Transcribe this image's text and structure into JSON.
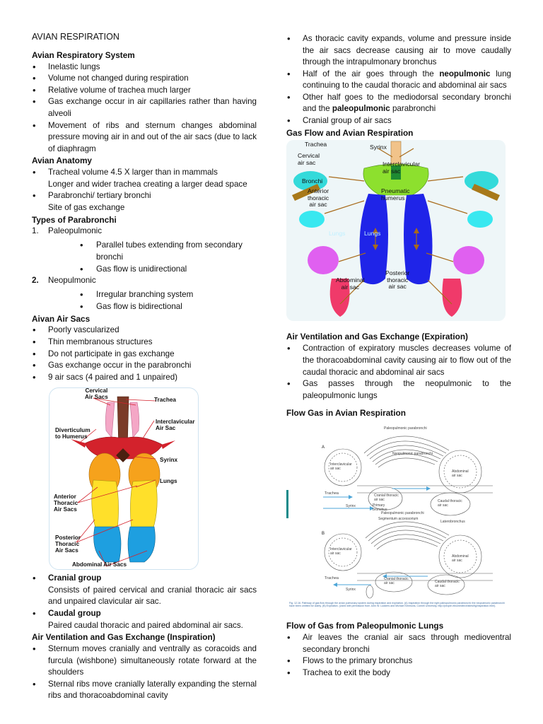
{
  "doc_title": "AVIAN RESPIRATION",
  "s1": {
    "heading": "Avian Respiratory System",
    "items": [
      "Inelastic lungs",
      "Volume not changed during respiration",
      "Relative volume of trachea much larger",
      "Gas exchange occur in air capillaries rather than having alveoli",
      "Movement of ribs and sternum changes abdominal pressure moving air in and out of the air sacs (due to lack of diaphragm"
    ]
  },
  "s2": {
    "heading": "Avian Anatomy",
    "items": [
      {
        "text": "Tracheal volume 4.5 X larger than in mammals",
        "sub": "Longer and wider trachea creating a larger dead space"
      },
      {
        "text": "Parabronchi/ tertiary bronchi",
        "sub": "Site of gas exchange"
      }
    ]
  },
  "s3": {
    "heading": "Types of Parabronchi",
    "items": [
      {
        "num": "1.",
        "label": "Paleopulmonic",
        "subs": [
          "Parallel tubes extending from secondary bronchi",
          "Gas flow is unidirectional"
        ]
      },
      {
        "num": "2.",
        "label": "Neopulmonic",
        "subs": [
          "Irregular branching system",
          "Gas flow is bidirectional"
        ]
      }
    ]
  },
  "s4": {
    "heading": "Aivan Air Sacs",
    "items": [
      "Poorly vascularized",
      "Thin membranous structures",
      "Do not participate in gas exchange",
      "Gas exchange occur in the parabronchi",
      "9 air sacs (4 paired and 1 unpaired)"
    ]
  },
  "fig1": {
    "labels": {
      "cervical": "Cervical\nAir Sacs",
      "trachea": "Trachea",
      "divert": "Diverticulum\nto Humerus",
      "interclav": "Interclavicular\nAir Sac",
      "syrinx": "Syrinx",
      "lungs": "Lungs",
      "anterior": "Anterior\nThoracic\nAir Sacs",
      "posterior": "Posterior\nThoracic\nAir Sacs",
      "abdominal": "Abdominal Air Sacs"
    }
  },
  "s5": {
    "groups": [
      {
        "label": "Cranial group",
        "desc": "Consists of paired cervical and cranial thoracic air sacs and unpaired clavicular air sac."
      },
      {
        "label": "Caudal group",
        "desc": "Paired caudal thoracic and paired abdominal air sacs."
      }
    ]
  },
  "s6": {
    "heading": "Air Ventilation and Gas Exchange (Inspiration)",
    "items": [
      "Sternum moves cranially and ventrally as coracoids and furcula (wishbone) simultaneously rotate forward at the shoulders",
      "Sternal ribs move cranially laterally expanding the sternal ribs and thoracoabdominal cavity"
    ]
  },
  "r1": {
    "item1": "As thoracic cavity expands, volume and pressure inside the air sacs decrease causing air to move caudally through the intrapulmonary bronchus",
    "item2_pre": "Half of the air goes through the ",
    "item2_bold": "neopulmonic",
    "item2_post": " lung continuing to the caudal thoracic and abdominal air sacs",
    "item3_pre": "Other half goes to the mediodorsal secondary bronchi and the ",
    "item3_bold": "paleopulmonic",
    "item3_post": " parabronchi",
    "item4": "Cranial group of air sacs"
  },
  "fig2": {
    "heading": "Gas Flow and Avian Respiration",
    "labels": {
      "trachea": "Trachea",
      "syrinx": "Syrinx",
      "cervical": "Cervical\nair sac",
      "interclav": "Interclavicular\nair sac",
      "bronchi": "Bronchi",
      "anterior": "Anterior\nthoracic\nair sac",
      "pneumatic": "Pneumatic\nhumerus",
      "lungs_l": "Lungs",
      "lungs_r": "Lungs",
      "posterior": "Posterior\nthoracic\nair sac",
      "abdominal": "Abdominal\nair sac"
    }
  },
  "s7": {
    "heading": "Air Ventilation and Gas Exchange (Expiration)",
    "items": [
      "Contraction of expiratory muscles decreases volume of the thoracoabdominal cavity causing air to flow out of the caudal thoracic and abdominal air sacs",
      "Gas passes through the neopulmonic to the paleopulmonic lungs"
    ]
  },
  "fig3": {
    "heading": "Flow Gas in Avian Respiration",
    "labels": {
      "panel_a": "A",
      "panel_b": "B",
      "paleo_a": "Paleopulmonic parabronchi",
      "neo_a": "Neopulmonic parabronchi",
      "interclav_a": "Interclavicular\nair sac",
      "cranial_a": "Cranial thoracic\nair sac",
      "abdominal_a": "Abdominal\nair sac",
      "caudal_a": "Caudal thoracic\nair sac",
      "trachea_a": "Trachea",
      "syrinx_a": "Syrinx",
      "primary_a": "Primary\nbronchus",
      "segmentum": "Segmentum accessorium",
      "lateral": "Laterobronchus",
      "paleo_b": "Paleopulmonic parabronchi",
      "interclav_b": "Interclavicular\nair sac",
      "abdominal_b": "Abdominal\nair sac",
      "cranial_b": "Cranial thoracic\nair sac",
      "caudal_b": "Caudal thoracic\nair sac",
      "trachea_b": "Trachea",
      "syrinx_b": "Syrinx",
      "caption": "Fig. 12.16. Pathway of gas flow through the avian pulmonary system during inspiration and expiration. (A) Inspiration through the right paleopulmonic parabronchi; the neopulmonic parabronchi have been omitted for clarity. (B) Expiration. (Used with permission from John W. Ludders and Michael Simmons, Cornell University, http://people.ebiomedtech/sites/fig/inspiration.html)."
    }
  },
  "s8": {
    "heading": "Flow of Gas from Paleopulmonic Lungs",
    "items": [
      "Air leaves the cranial air sacs through medioventral secondary bronchi",
      "Flows to the primary bronchus",
      "Trachea to exit the body"
    ]
  }
}
